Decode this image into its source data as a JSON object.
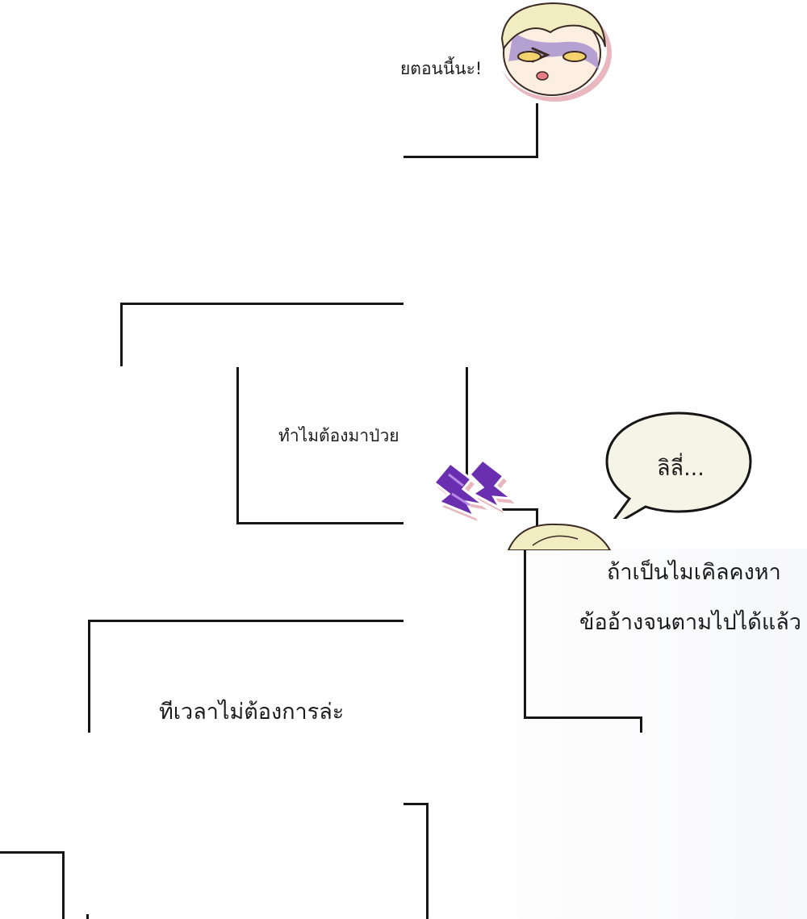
{
  "panels": {
    "top_caption": "ยตอนนี้นะ!",
    "mid_caption": "ทำไมต้องมาป่วย",
    "speech_bubble": "ลิลี่...",
    "narration_line_1": "ถ้าเป็นไมเคิลคงหา",
    "narration_line_2": "ข้ออ้างจนตามไปได้แล้ว",
    "bottom_caption": "ทีเวลาไม่ต้องการล่ะ"
  },
  "icons": {
    "top_face": "blushing-man-face-icon",
    "bottom_face": "man-face-icon",
    "shock_mark": "purple-lightning-icon"
  },
  "colors": {
    "bubble_fill": "#f6f4e6",
    "hair": "#f1ecc2",
    "shadow_pink": "#e9b8bf",
    "bolt_purple": "#6a2fb0"
  }
}
